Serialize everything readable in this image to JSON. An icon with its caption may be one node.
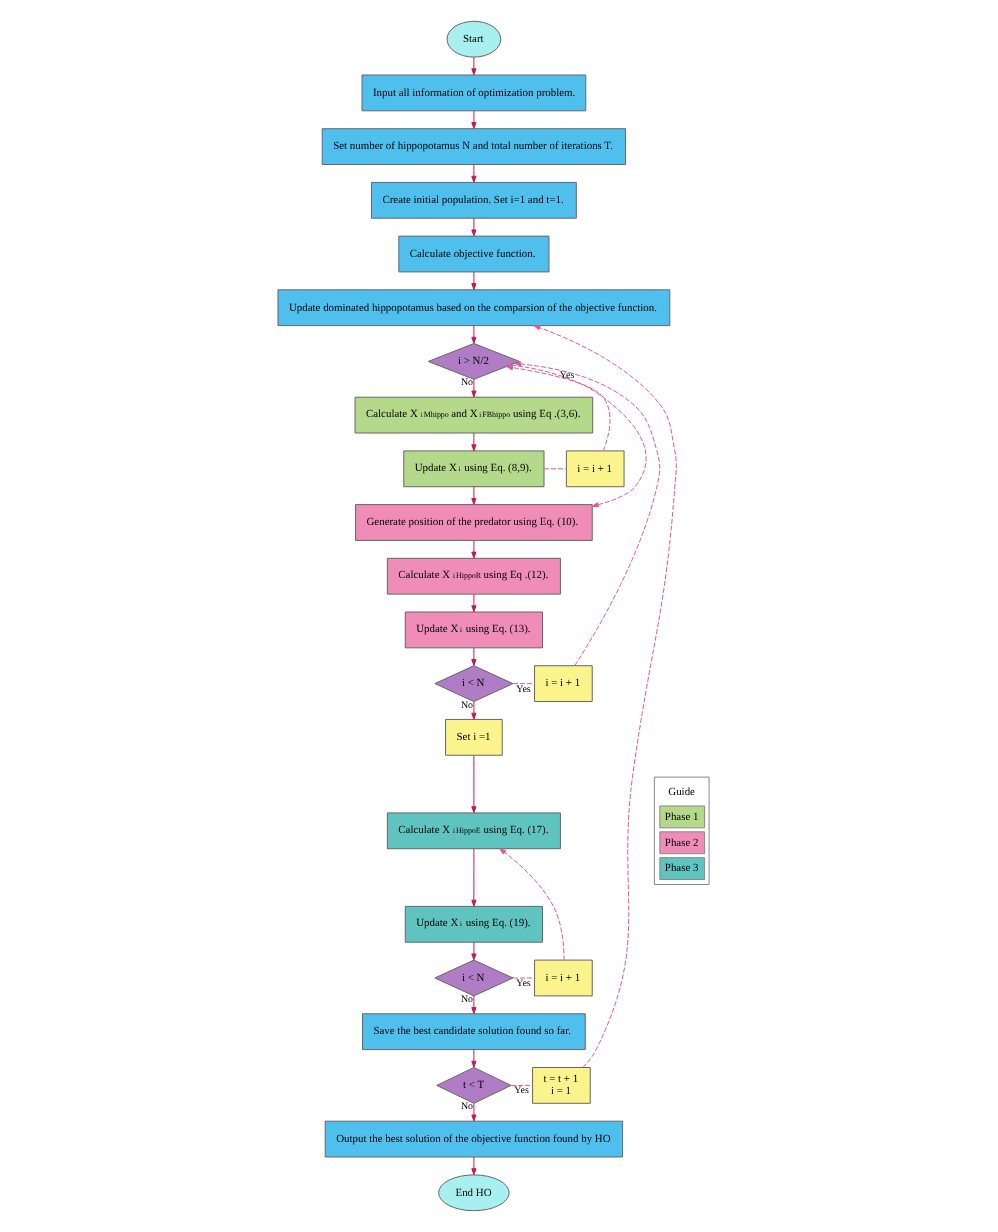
{
  "diagram": {
    "nodes": [
      {
        "text": [
          "Start"
        ]
      },
      {
        "text": [
          "Input all information of optimization problem."
        ]
      },
      {
        "text": [
          "Set number of hippopotamus N and total number of iterations T."
        ]
      },
      {
        "text": [
          "Create initial population. Set i=1 and t=1."
        ]
      },
      {
        "text": [
          "Calculate objective function."
        ]
      },
      {
        "text": [
          "Update dominated hippopotamus based on the comparsion of the objective function."
        ]
      },
      {
        "text": [
          "i > N/2"
        ]
      },
      {
        "text": [
          "Calculate X$_{i}$$^{Mhippo}$ and X$_{i}$$^{FBhippo}$ using Eq .(3,6)."
        ]
      },
      {
        "text": [
          "Update X$_{i}$ using Eq. (8,9)."
        ]
      },
      {
        "text": [
          "i = i + 1"
        ]
      },
      {
        "text": [
          "Generate position of the predator using Eq. (10)."
        ]
      },
      {
        "text": [
          "Calculate X$_{i}$$^{HippoR}$ using Eq .(12)."
        ]
      },
      {
        "text": [
          "Update X$_{i}$ using Eq. (13)."
        ]
      },
      {
        "text": [
          "i < N"
        ]
      },
      {
        "text": [
          "i = i + 1"
        ]
      },
      {
        "text": [
          "Set i =1"
        ]
      },
      {
        "text": [
          "Calculate X$_{i}$$^{HippoE}$ using Eq. (17)."
        ]
      },
      {
        "text": [
          "Update X$_{i}$ using Eq. (19)."
        ]
      },
      {
        "text": [
          "i < N"
        ]
      },
      {
        "text": [
          "i = i + 1"
        ]
      },
      {
        "text": [
          "Save the best candidate solution found so far."
        ]
      },
      {
        "text": [
          "t < T"
        ]
      },
      {
        "text": [
          "t = t + 1",
          "i = 1"
        ]
      },
      {
        "text": [
          "Output the best solution of the objective function found by HO"
        ]
      },
      {
        "text": [
          "End HO"
        ]
      }
    ],
    "edges": [
      {
        "from": 0,
        "to": 1,
        "arrow": "to"
      },
      {
        "from": 1,
        "to": 2,
        "arrow": "to"
      },
      {
        "from": 2,
        "to": 3,
        "arrow": "to"
      },
      {
        "from": 3,
        "to": 4,
        "arrow": "to"
      },
      {
        "from": 4,
        "to": 5,
        "arrow": "to"
      },
      {
        "from": 5,
        "to": 6,
        "arrow": "to"
      },
      {
        "from": 6,
        "to": 7,
        "label": "No",
        "arrow": "to"
      },
      {
        "from": 7,
        "to": 8,
        "arrow": "to"
      },
      {
        "from": 8,
        "to": 9,
        "arrow": "none",
        "style": "dashed",
        "color": "#e05a8e"
      },
      {
        "from": 9,
        "to": 6,
        "arrow": "to",
        "style": "dashed",
        "color": "#e05a8e"
      },
      {
        "from": 6,
        "to": 10,
        "label": "Yes",
        "arrow": "to",
        "style": "dashed",
        "color": "#e05a8e"
      },
      {
        "from": 8,
        "to": 10,
        "arrow": "to"
      },
      {
        "from": 10,
        "to": 11,
        "arrow": "to"
      },
      {
        "from": 11,
        "to": 12,
        "arrow": "to"
      },
      {
        "from": 12,
        "to": 13,
        "arrow": "to"
      },
      {
        "from": 13,
        "to": 14,
        "label": "Yes",
        "arrow": "none",
        "style": "dashed",
        "color": "#e05a8e"
      },
      {
        "from": 14,
        "to": 6,
        "arrow": "to",
        "style": "dashed",
        "color": "#e05a8e"
      },
      {
        "from": 13,
        "to": 15,
        "label": "No",
        "arrow": "to"
      },
      {
        "from": 15,
        "to": 16,
        "arrow": "to"
      },
      {
        "from": 16,
        "to": 17,
        "arrow": "to"
      },
      {
        "from": 17,
        "to": 18,
        "arrow": "to"
      },
      {
        "from": 18,
        "to": 19,
        "label": "Yes",
        "arrow": "none",
        "style": "dashed",
        "color": "#e05a8e"
      },
      {
        "from": 19,
        "to": 16,
        "arrow": "to",
        "style": "dashed",
        "color": "#e05a8e"
      },
      {
        "from": 18,
        "to": 20,
        "label": "No",
        "arrow": "to"
      },
      {
        "from": 20,
        "to": 21,
        "arrow": "to"
      },
      {
        "from": 21,
        "to": 22,
        "label": "Yes",
        "arrow": "none",
        "style": "dashed",
        "color": "#e05a8e"
      },
      {
        "from": 22,
        "to": 5,
        "arrow": "to",
        "style": "dashed",
        "color": "#e05a8e"
      },
      {
        "from": 21,
        "to": 23,
        "label": "No",
        "arrow": "to"
      },
      {
        "from": 23,
        "to": 24,
        "arrow": "to"
      }
    ],
    "labels": [
      "Guide"
    ],
    "legend": [
      {
        "text": "Phase 1",
        "color": "#b5d98a"
      },
      {
        "text": "Phase 2",
        "color": "#f08cb8"
      },
      {
        "text": "Phase 3",
        "color": "#5fc4bf"
      }
    ]
  }
}
